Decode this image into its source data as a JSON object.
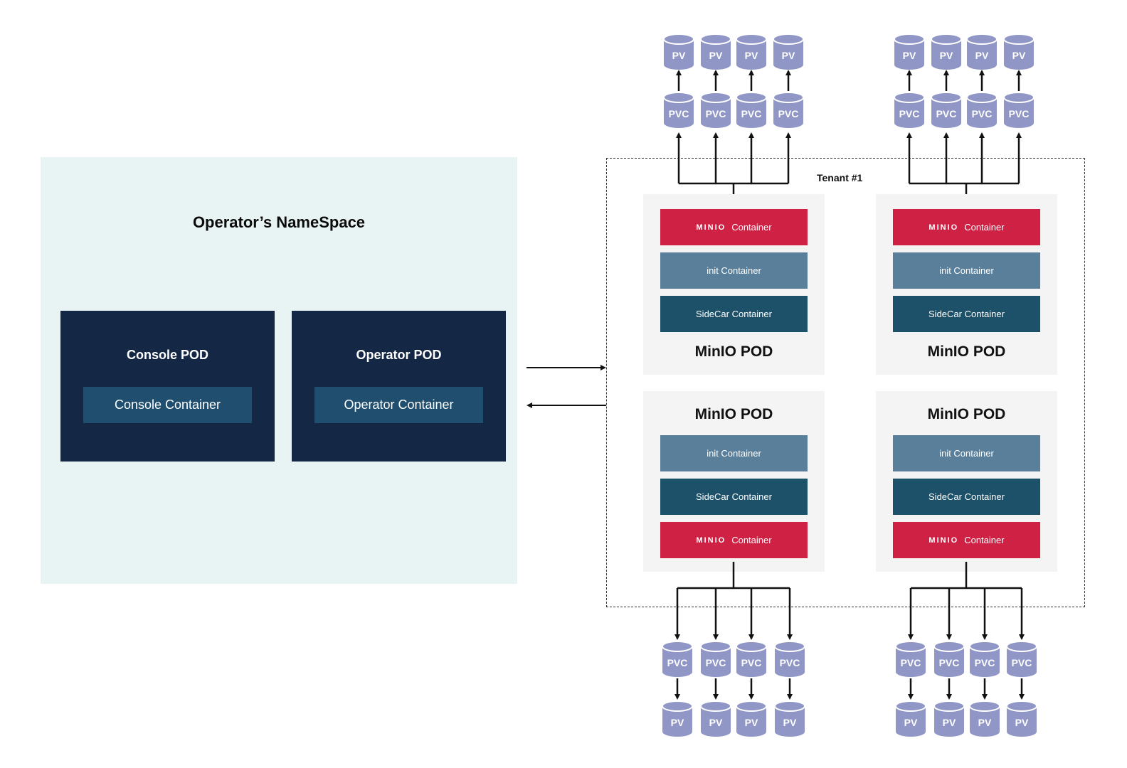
{
  "namespace": {
    "title": "Operator’s NameSpace"
  },
  "console_pod": {
    "title": "Console POD",
    "container": "Console Container"
  },
  "operator_pod": {
    "title": "Operator POD",
    "container": "Operator Container"
  },
  "tenant": {
    "label": "Tenant #1"
  },
  "minio_logo": "MINIO",
  "container_word": "Container",
  "init_container": "init Container",
  "sidecar_container": "SideCar Container",
  "minio_pod_label": "MinIO POD",
  "pvc_label": "PVC",
  "pv_label": "PV",
  "colors": {
    "namespace_bg": "#e8f4f3",
    "pod_dark": "#142745",
    "minio_red": "#cf2144",
    "init_blue": "#5a7f9a",
    "sidecar_blue": "#1d5169",
    "disk": "#9096c6"
  }
}
